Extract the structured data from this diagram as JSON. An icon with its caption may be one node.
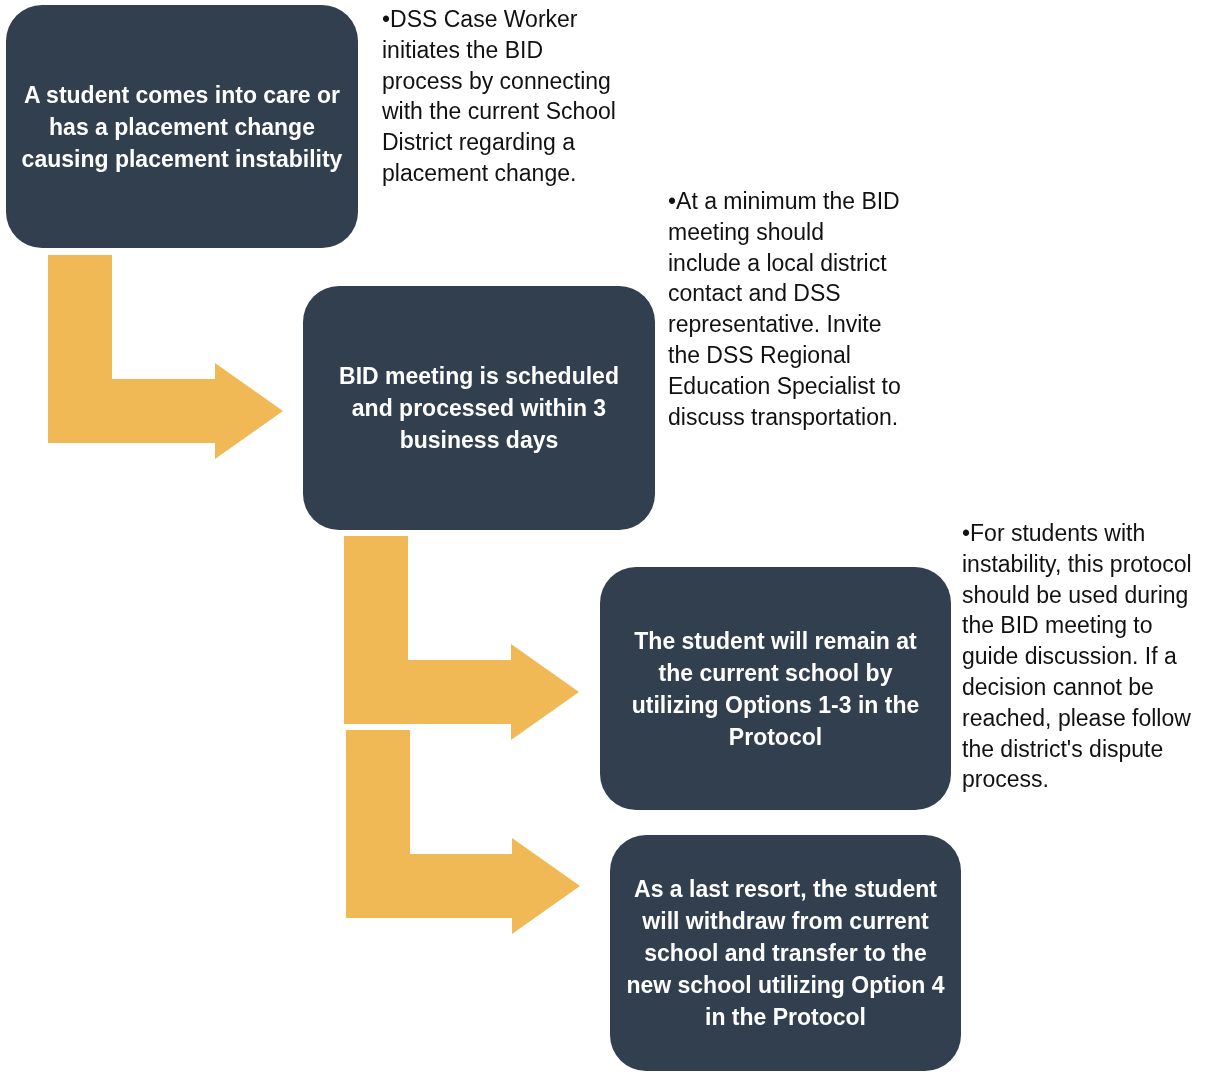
{
  "diagram": {
    "nodes": [
      {
        "text": [
          "A student comes into care or has a placement change causing placement instability"
        ],
        "beside": [
          "•DSS Case Worker initiates the BID process by connecting with the current School District regarding a placement change."
        ]
      },
      {
        "text": [
          "BID meeting is scheduled and processed within 3 business days"
        ],
        "beside": [
          "•At a minimum the BID meeting should include a local district contact and DSS representative. Invite the DSS Regional Education Specialist to discuss transportation."
        ]
      },
      {
        "text": [
          "The student will remain at the current school by utilizing Options 1-3 in the Protocol"
        ],
        "beside": [
          "•For students with instability, this protocol should be used during the BID meeting to guide discussion. If a decision cannot be reached, please follow the district's dispute process."
        ]
      },
      {
        "text": [
          "As a last resort, the student will withdraw from current school and transfer to the new school utilizing Option 4 in the Protocol"
        ]
      }
    ],
    "edges": [
      {
        "from": 0,
        "to": 1,
        "arrow": "to"
      },
      {
        "from": 1,
        "to": 2,
        "arrow": "to"
      },
      {
        "from": null,
        "to": 3,
        "arrow": "to"
      }
    ]
  }
}
